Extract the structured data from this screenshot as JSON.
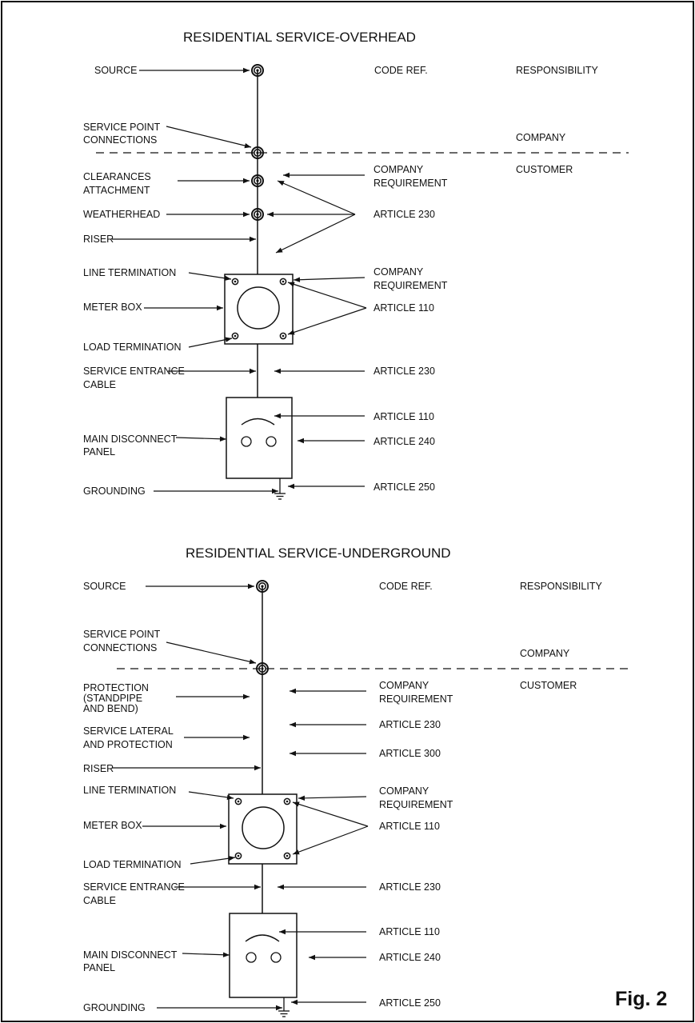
{
  "figure_label": "Fig. 2",
  "overhead": {
    "title": "RESIDENTIAL SERVICE-OVERHEAD",
    "headers": {
      "code_ref": "CODE REF.",
      "responsibility": "RESPONSIBILITY"
    },
    "responsibility": {
      "above": "COMPANY",
      "below": "CUSTOMER"
    },
    "left_labels": {
      "source": "SOURCE",
      "service_point": [
        "SERVICE POINT",
        "CONNECTIONS"
      ],
      "clearances": [
        "CLEARANCES",
        "ATTACHMENT"
      ],
      "weatherhead": "WEATHERHEAD",
      "riser": "RISER",
      "line_termination": "LINE TERMINATION",
      "meter_box": "METER BOX",
      "load_termination": "LOAD TERMINATION",
      "service_entrance": [
        "SERVICE ENTRANCE",
        "CABLE"
      ],
      "main_disconnect": [
        "MAIN DISCONNECT",
        "PANEL"
      ],
      "grounding": "GROUNDING"
    },
    "code_labels": {
      "company_req_1": [
        "COMPANY",
        "REQUIREMENT"
      ],
      "article_230_a": "ARTICLE 230",
      "company_req_2": [
        "COMPANY",
        "REQUIREMENT"
      ],
      "article_110_a": "ARTICLE 110",
      "article_230_b": "ARTICLE 230",
      "article_110_b": "ARTICLE 110",
      "article_240": "ARTICLE 240",
      "article_250": "ARTICLE 250"
    }
  },
  "underground": {
    "title": "RESIDENTIAL SERVICE-UNDERGROUND",
    "headers": {
      "code_ref": "CODE REF.",
      "responsibility": "RESPONSIBILITY"
    },
    "responsibility": {
      "above": "COMPANY",
      "below": "CUSTOMER"
    },
    "left_labels": {
      "source": "SOURCE",
      "service_point": [
        "SERVICE POINT",
        "CONNECTIONS"
      ],
      "protection": [
        "PROTECTION",
        "(STANDPIPE",
        "AND BEND)"
      ],
      "service_lateral": [
        "SERVICE LATERAL",
        "AND PROTECTION"
      ],
      "riser": "RISER",
      "line_termination": "LINE TERMINATION",
      "meter_box": "METER BOX",
      "load_termination": "LOAD TERMINATION",
      "service_entrance": [
        "SERVICE ENTRANCE",
        "CABLE"
      ],
      "main_disconnect": [
        "MAIN DISCONNECT",
        "PANEL"
      ],
      "grounding": "GROUNDING"
    },
    "code_labels": {
      "company_req_1": [
        "COMPANY",
        "REQUIREMENT"
      ],
      "article_230_a": "ARTICLE 230",
      "article_300": "ARTICLE 300",
      "company_req_2": [
        "COMPANY",
        "REQUIREMENT"
      ],
      "article_110_a": "ARTICLE 110",
      "article_230_b": "ARTICLE 230",
      "article_110_b": "ARTICLE 110",
      "article_240": "ARTICLE 240",
      "article_250": "ARTICLE 250"
    }
  }
}
